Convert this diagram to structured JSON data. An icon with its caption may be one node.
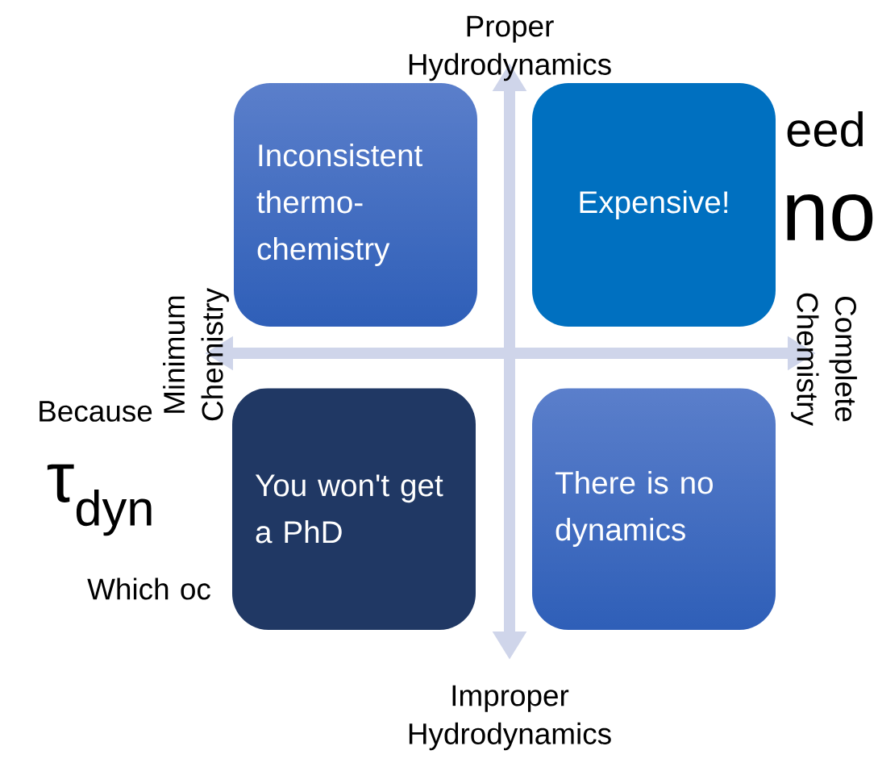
{
  "diagram": {
    "nodes": [
      {
        "text": [
          "Inconsistent thermo-chemistry"
        ]
      },
      {
        "text": [
          "Expensive!"
        ]
      },
      {
        "text": [
          "You won't get a PhD"
        ]
      },
      {
        "text": [
          "There is no dynamics"
        ]
      }
    ],
    "labels": [
      "Proper Hydrodynamics",
      "eed",
      "no",
      "Minimum Chemistry",
      "Complete Chemistry",
      "Because",
      "τ$_{dyn}$",
      "Which oc",
      "Improper Hydrodynamics"
    ]
  }
}
